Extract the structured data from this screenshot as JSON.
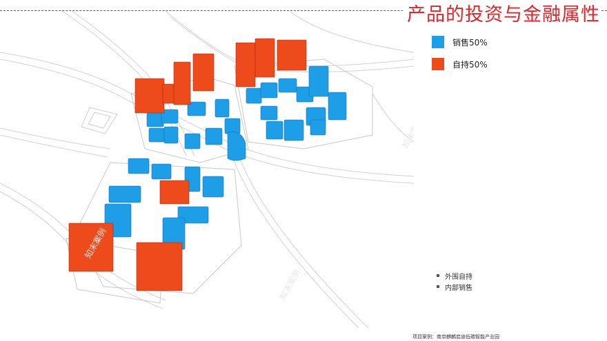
{
  "title": "产品的投资与金融属性",
  "legend": [
    {
      "label": "销售50%",
      "color": "#1d9ee6"
    },
    {
      "label": "自持50%",
      "color": "#ee4b1c"
    }
  ],
  "notes": [
    "外围自持",
    "内部销售"
  ],
  "footer": "项目案例：南京麒麟启迪低碳智能产业园",
  "watermark": "知末案例",
  "colors": {
    "sale": "#1d9ee6",
    "hold": "#ee4b1c",
    "title": "#e0252b"
  }
}
